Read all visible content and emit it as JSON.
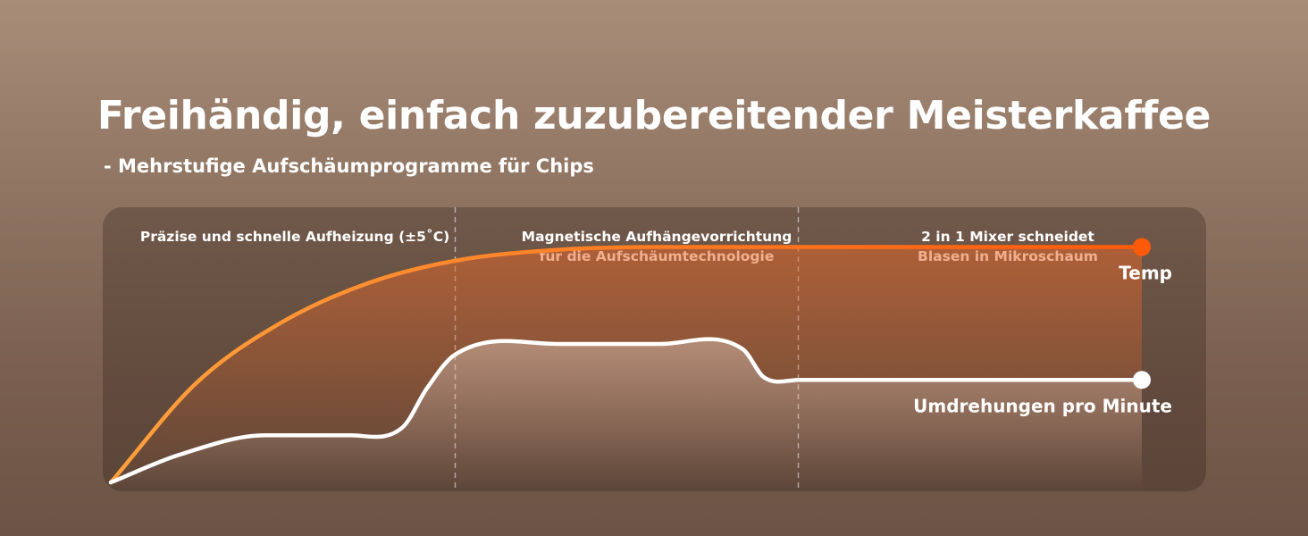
{
  "header": {
    "title": "Freihändig, einfach zuzubereitender Meisterkaffee",
    "subtitle": "- Mehrstufige Aufschäumprogramme für Chips"
  },
  "colors": {
    "temp": "#ff5a0a",
    "temp_start": "#ffa03c",
    "rpm": "#ffffff"
  },
  "chart_data": {
    "type": "line",
    "title": "",
    "xlabel": "",
    "ylabel": "",
    "grid": false,
    "legend": "inline-right",
    "phases": [
      {
        "label": "Präzise und schnelle Aufheizung (±5˚C)",
        "range": [
          0,
          1
        ]
      },
      {
        "label": "Magnetische Aufhängevorrichtung\nfür die Aufschäumtechnologie",
        "range": [
          1,
          2
        ]
      },
      {
        "label": "2 in 1 Mixer schneidet\nBlasen in Mikroschaum",
        "range": [
          2,
          3
        ]
      }
    ],
    "xlim": [
      0,
      3
    ],
    "ylim": [
      0,
      1
    ],
    "series": [
      {
        "name": "Temp",
        "color": "#ff5a0a",
        "x": [
          0,
          0.25,
          0.5,
          0.75,
          1.0,
          1.3,
          1.6,
          2.0,
          2.5,
          3.0
        ],
        "values": [
          0,
          0.36,
          0.58,
          0.72,
          0.8,
          0.84,
          0.85,
          0.85,
          0.85,
          0.85
        ]
      },
      {
        "name": "Umdrehungen pro Minute",
        "color": "#ffffff",
        "x": [
          0,
          0.2,
          0.45,
          0.7,
          0.85,
          0.92,
          1.0,
          1.3,
          1.6,
          1.84,
          1.9,
          2.0,
          2.5,
          3.0
        ],
        "values": [
          0,
          0.1,
          0.17,
          0.17,
          0.2,
          0.34,
          0.46,
          0.5,
          0.5,
          0.48,
          0.38,
          0.37,
          0.37,
          0.37
        ]
      }
    ]
  }
}
